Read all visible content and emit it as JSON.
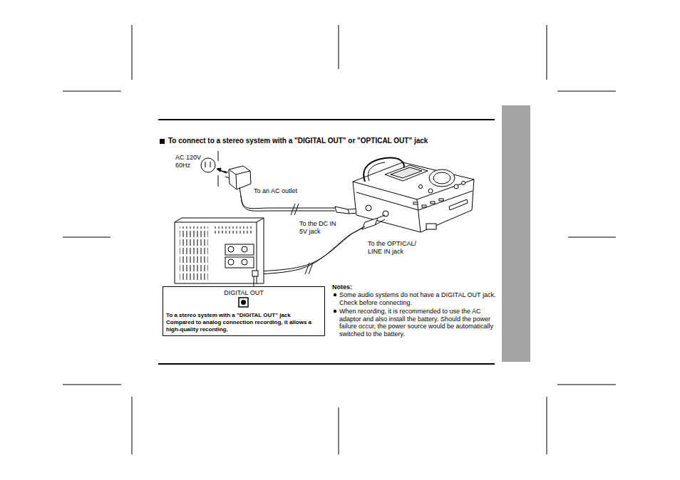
{
  "diagram": {
    "title": "To connect to a stereo system with a \"DIGITAL OUT\" or \"OPTICAL OUT\" jack",
    "nodes": [
      {
        "text": [
          "DIGITAL OUT",
          "To a stereo system with a \"DIGITAL OUT\" jack",
          "Compared to analog connection recording, it allows a high-quality recording."
        ]
      }
    ],
    "labels": [
      "AC 120V 60Hz",
      "To an AC outlet",
      "To the DC IN 5V jack",
      "To the OPTICAL/ LINE IN jack",
      "Notes:",
      "Some audio systems do not have a DIGITAL OUT jack. Check before connecting.",
      "When recording, it is recommended to use the AC adaptor and also install the battery. Should the power failure occur, the power source would be automatically switched to the battery."
    ]
  }
}
